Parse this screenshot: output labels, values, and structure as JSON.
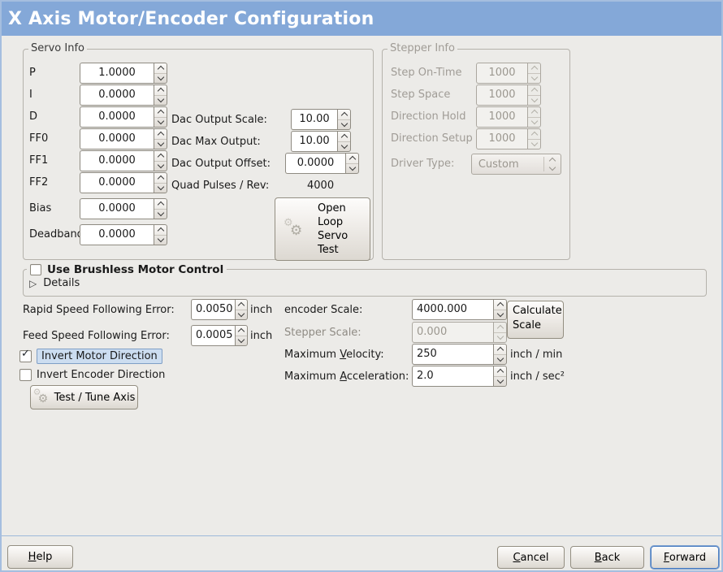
{
  "window": {
    "title": "X Axis Motor/Encoder Configuration"
  },
  "colors": {
    "titlebar": "#84a8d8",
    "window_border": "#a5bedf",
    "background": "#ecebe8",
    "focus_highlight_bg": "#ccddf0",
    "focus_highlight_border": "#7f9fc6",
    "focus_button_border": "#4d7fc2"
  },
  "icons": {
    "gear": "⚙",
    "expander_triangle": "▷",
    "check": "✓"
  },
  "servo": {
    "legend": "Servo Info",
    "rows": [
      {
        "label": "P",
        "value": "1.0000"
      },
      {
        "label": "I",
        "value": "0.0000"
      },
      {
        "label": "D",
        "value": "0.0000"
      },
      {
        "label": "FF0",
        "value": "0.0000"
      },
      {
        "label": "FF1",
        "value": "0.0000"
      },
      {
        "label": "FF2",
        "value": "0.0000"
      },
      {
        "label": "Bias",
        "value": "0.0000"
      },
      {
        "label": "Deadband",
        "value": "0.0000"
      }
    ]
  },
  "dac": {
    "rows": [
      {
        "label": "Dac Output Scale:",
        "value": "10.00"
      },
      {
        "label": "Dac Max Output:",
        "value": "10.00"
      },
      {
        "label": "Dac Output Offset:",
        "value": "0.0000"
      }
    ],
    "quad_label": "Quad Pulses / Rev:",
    "quad_value": "4000"
  },
  "open_loop_button": {
    "text": "Open\nLoop\nServo\nTest"
  },
  "stepper": {
    "legend": "Stepper Info",
    "rows": [
      {
        "label": "Step On-Time",
        "value": "1000"
      },
      {
        "label": "Step Space",
        "value": "1000"
      },
      {
        "label": "Direction Hold",
        "value": "1000"
      },
      {
        "label": "Direction Setup",
        "value": "1000"
      }
    ],
    "driver_label": "Driver Type:",
    "driver_value": "Custom"
  },
  "brushless": {
    "checkbox_label": "Use Brushless Motor Control",
    "checked": false,
    "details_label": "Details"
  },
  "following_error": {
    "rapid_label": "Rapid Speed Following Error:",
    "rapid_value": "0.0050",
    "rapid_unit": "inch",
    "feed_label": "Feed Speed Following Error:",
    "feed_value": "0.0005",
    "feed_unit": "inch"
  },
  "invert": {
    "motor_label": "Invert Motor Direction",
    "motor_checked": true,
    "encoder_label": "Invert Encoder Direction",
    "encoder_checked": false
  },
  "test_tune_button": {
    "label": "Test / Tune Axis"
  },
  "scales": {
    "encoder_label": "encoder Scale:",
    "encoder_value": "4000.000",
    "calculate_label": "Calculate Scale",
    "stepper_label": "Stepper Scale:",
    "stepper_value": "0.000",
    "velocity_label": "Maximum &Velocity:",
    "velocity_value": "250",
    "velocity_unit": "inch / min",
    "accel_label": "Maximum &Acceleration:",
    "accel_value": "2.0",
    "accel_unit": "inch / sec²"
  },
  "actions": {
    "help": "&Help",
    "cancel": "&Cancel",
    "back": "&Back",
    "forward": "&Forward"
  }
}
